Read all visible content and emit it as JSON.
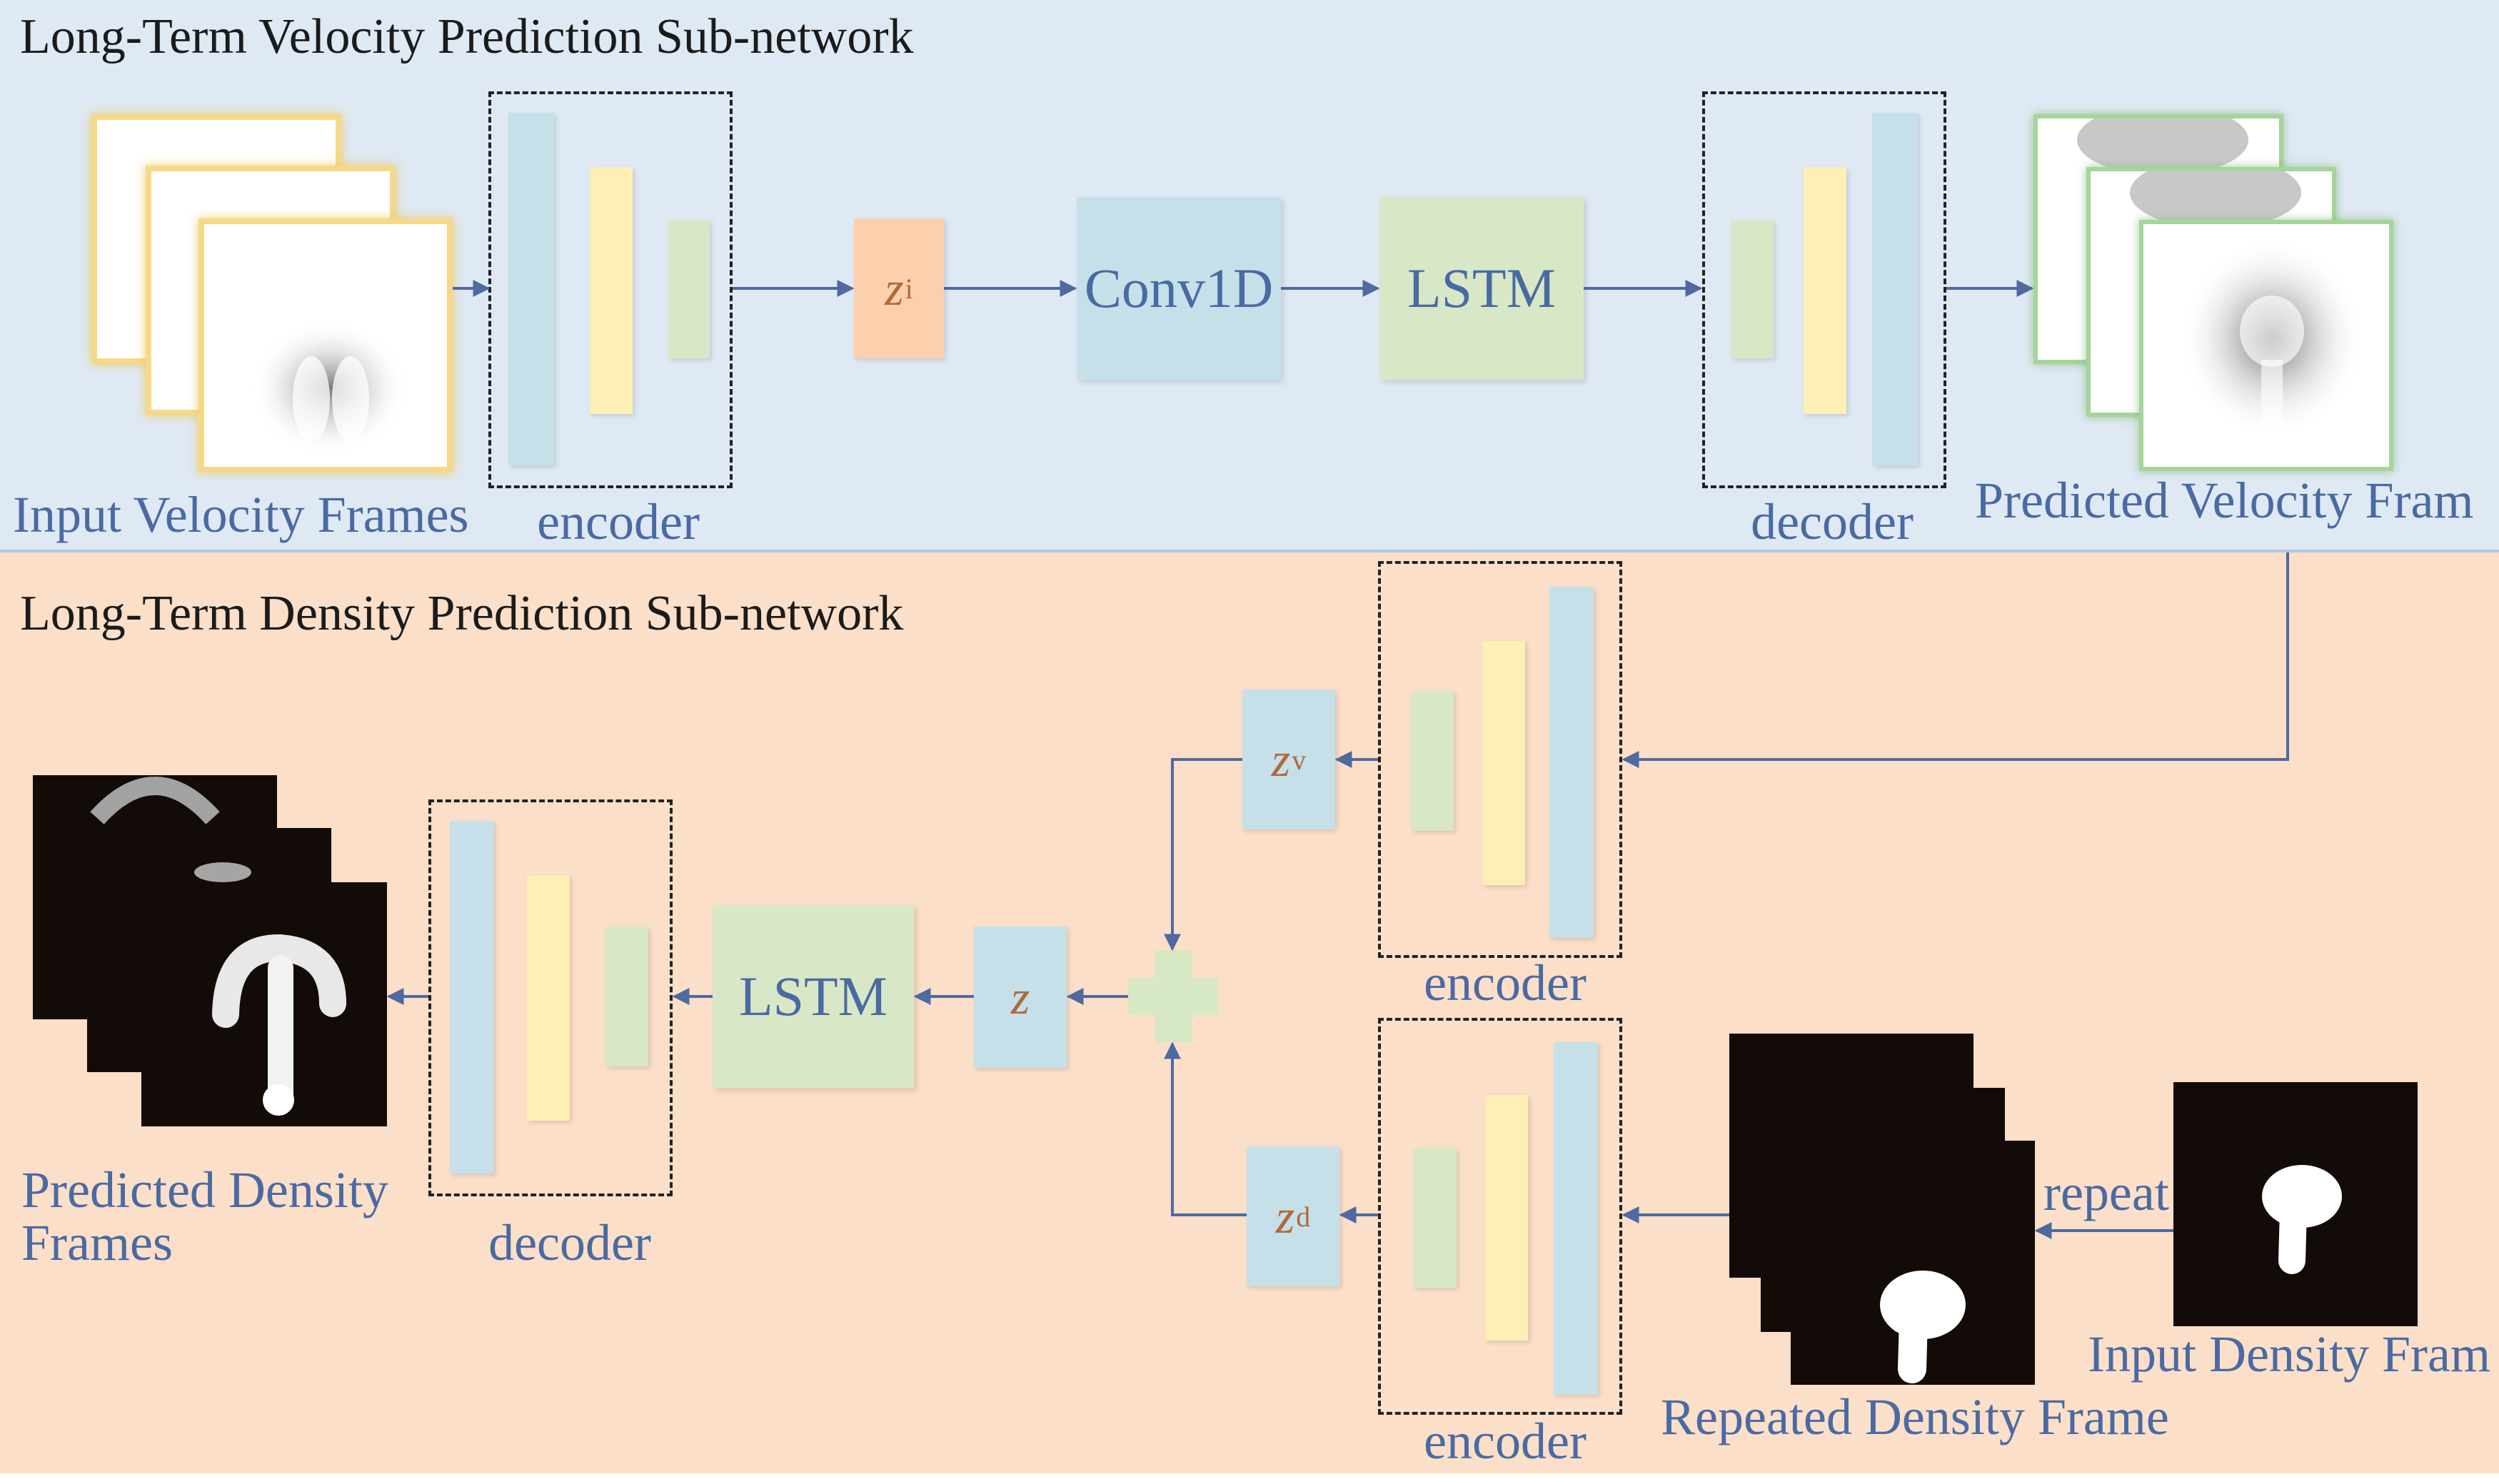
{
  "top": {
    "title": "Long-Term Velocity Prediction Sub-network",
    "input_label": "Input Velocity Frames",
    "encoder_label": "encoder",
    "latent": {
      "symbol": "z",
      "subscript": "i"
    },
    "conv_label": "Conv1D",
    "lstm_label": "LSTM",
    "decoder_label": "decoder",
    "output_label": "Predicted Velocity Fram"
  },
  "bottom": {
    "title": "Long-Term Density Prediction Sub-network",
    "velocity_encoder_label": "encoder",
    "density_encoder_label": "encoder",
    "latent_v": {
      "symbol": "z",
      "subscript": "v"
    },
    "latent_d": {
      "symbol": "z",
      "subscript": "d"
    },
    "latent_z": {
      "symbol": "z"
    },
    "lstm_label": "LSTM",
    "decoder_label": "decoder",
    "output_label_line1": "Predicted Density",
    "output_label_line2": "Frames",
    "repeated_label": "Repeated Density Frame",
    "repeat_label": "repeat",
    "input_label": "Input Density Fram"
  },
  "colors": {
    "top_panel": "#dfe9f4",
    "bottom_panel": "#fbdfc8",
    "label_text": "#4a6aa3",
    "arrow": "#4f6aa0",
    "block_blue": "#c6e0ea",
    "block_yellow": "#fdefb5",
    "block_green": "#d8e8c6",
    "block_orange": "#fcd0ac"
  },
  "icons": [
    "plus-combine-icon"
  ]
}
